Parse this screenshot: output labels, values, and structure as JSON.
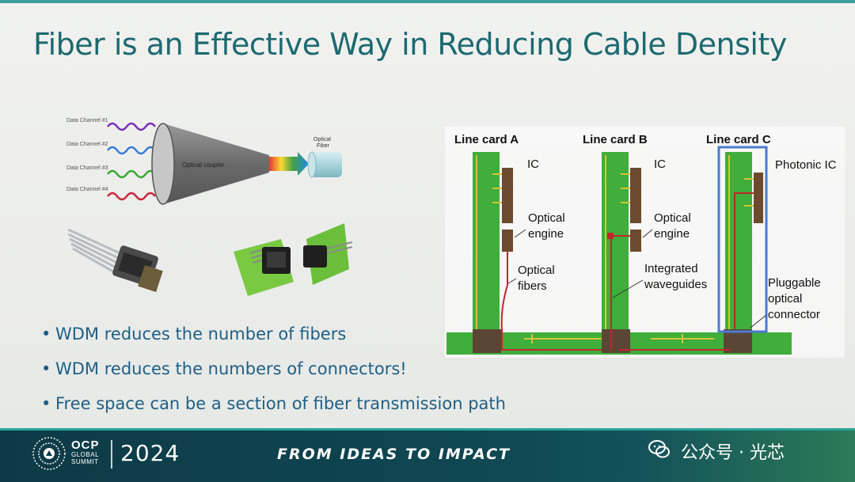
{
  "slide": {
    "title": "Fiber is an Effective Way in Reducing Cable Density",
    "bullets": [
      "WDM reduces the number of fibers",
      "WDM reduces the numbers of connectors!",
      "Free space can be a section of fiber transmission path"
    ]
  },
  "wdm_diagram": {
    "channels": [
      "Data Channel #1",
      "Data Channel #2",
      "Data Channel #3",
      "Data Channel #4"
    ],
    "coupler_label": "Optical coupler",
    "fiber_label_line1": "Optical",
    "fiber_label_line2": "Fiber",
    "channel_colors": [
      "#7b2fbf",
      "#3a7bd5",
      "#3aa832",
      "#c8283c"
    ]
  },
  "line_card_diagram": {
    "card_a": "Line card A",
    "card_b": "Line card B",
    "card_c": "Line card C",
    "ic_a": "IC",
    "ic_b": "IC",
    "photonic_ic": "Photonic IC",
    "optical_engine_a_1": "Optical",
    "optical_engine_a_2": "engine",
    "optical_engine_b_1": "Optical",
    "optical_engine_b_2": "engine",
    "optical_fibers_1": "Optical",
    "optical_fibers_2": "fibers",
    "integrated_wg_1": "Integrated",
    "integrated_wg_2": "waveguides",
    "pluggable_1": "Pluggable",
    "pluggable_2": "optical",
    "pluggable_3": "connector",
    "pcb_color": "#3fae3a",
    "highlight_color": "#4a7bd0"
  },
  "footer": {
    "ocp_main": "OCP",
    "ocp_sub_1": "GLOBAL",
    "ocp_sub_2": "SUMMIT",
    "year": "2024",
    "tagline": "FROM IDEAS TO IMPACT",
    "watermark": "公众号 · 光芯"
  }
}
